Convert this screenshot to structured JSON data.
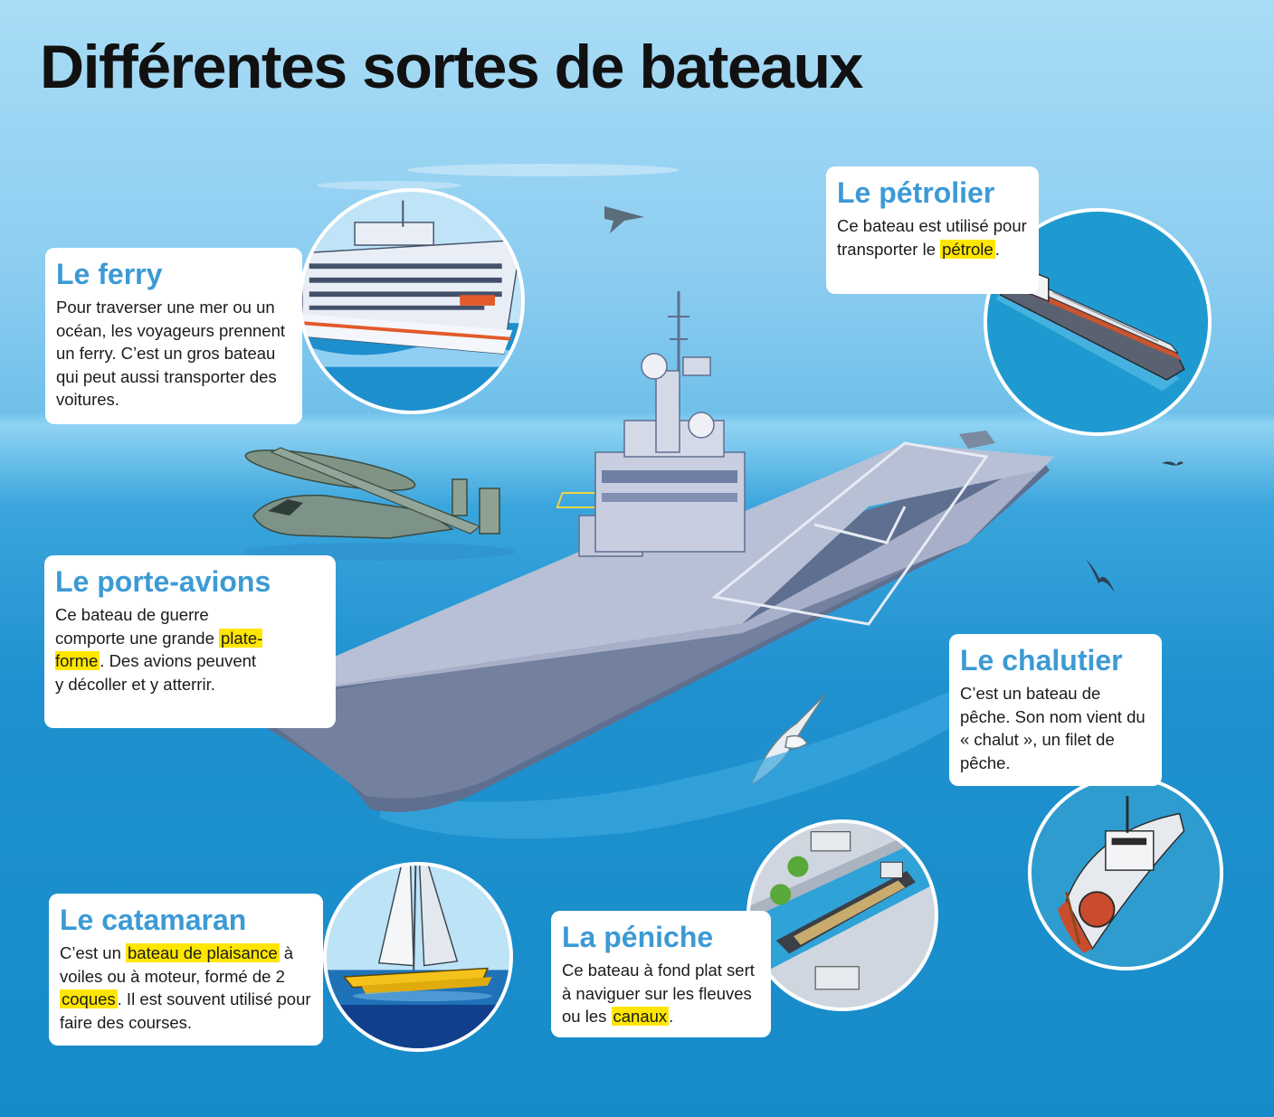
{
  "title": "Différentes sortes de bateaux",
  "cards": {
    "ferry": {
      "title": "Le ferry",
      "text": "Pour traverser une mer ou un océan, les voyageurs prennent un ferry. C’est un gros bateau qui peut aussi transporter des voitures."
    },
    "petrolier": {
      "title": "Le pétrolier",
      "text_before": "Ce bateau est utilisé pour transporter le ",
      "highlight": "pétrole",
      "text_after": "."
    },
    "porte_avions": {
      "title": "Le porte-avions",
      "text_before": "Ce bateau de guerre comporte une grande ",
      "highlight": "plate-forme",
      "text_after": ". Des avions peuvent y décoller et y atterrir."
    },
    "chalutier": {
      "title": "Le chalutier",
      "text": "C’est un bateau de pêche. Son nom vient du « chalut », un filet de pêche."
    },
    "catamaran": {
      "title": "Le catamaran",
      "text_before": "C’est un ",
      "highlight1": "bateau de plaisance",
      "text_middle1": " à voiles ou à moteur, formé de 2 ",
      "highlight2": "coques",
      "text_after": ". Il est souvent utilisé pour faire des courses."
    },
    "peniche": {
      "title": "La péniche",
      "text_before": "Ce bateau à fond plat sert à naviguer sur les fleuves ou les ",
      "highlight": "canaux",
      "text_after": "."
    }
  },
  "colors": {
    "title_text": "#111111",
    "card_title": "#3c9ad4",
    "highlight": "#ffe600",
    "sea_dark": "#178bc9",
    "sky": "#a9dcf6"
  },
  "icons": [
    "ferry-illustration",
    "oil-tanker-illustration",
    "aircraft-carrier-illustration",
    "propeller-plane-illustration",
    "fighter-jet-icon",
    "seagull-icon",
    "trawler-illustration",
    "catamaran-illustration",
    "barge-illustration"
  ]
}
